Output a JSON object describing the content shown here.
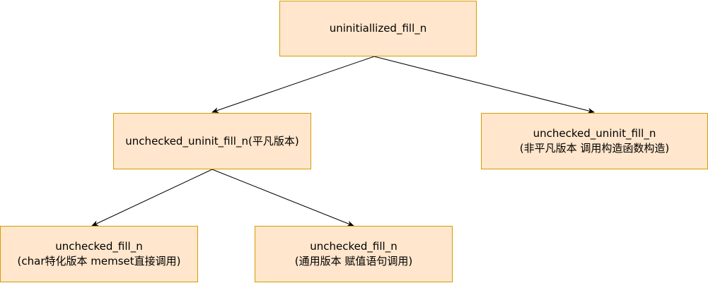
{
  "nodes": {
    "root": {
      "line1": "uninitiallized_fill_n"
    },
    "left": {
      "line1": "unchecked_uninit_fill_n(平凡版本)"
    },
    "right": {
      "line1": "unchecked_uninit_fill_n",
      "line2": "(非平凡版本 调用构造函数构造)"
    },
    "bottom_left": {
      "line1": "unchecked_fill_n",
      "line2": "(char特化版本 memset直接调用)"
    },
    "bottom_right": {
      "line1": "unchecked_fill_n",
      "line2": "(通用版本 赋值语句调用)"
    }
  },
  "colors": {
    "node_fill": "#ffe6cc",
    "node_border": "#d79b00",
    "edge": "#000000"
  }
}
